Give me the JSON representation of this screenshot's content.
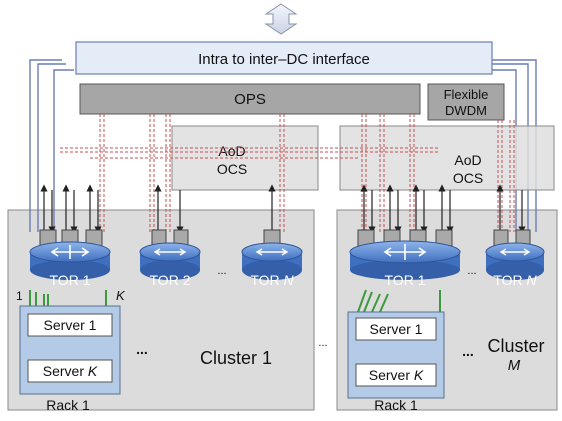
{
  "interface": {
    "label": "Intra to inter–DC interface"
  },
  "ops": {
    "label": "OPS"
  },
  "dwdm": {
    "line1": "Flexible",
    "line2": "DWDM"
  },
  "aod_left": {
    "line1": "AoD",
    "line2": "OCS"
  },
  "aod_right": {
    "line1": "AoD",
    "line2": "OCS"
  },
  "cluster1": {
    "name": "Cluster 1",
    "tor1": "TOR 1",
    "tor2": "TOR 2",
    "torN_prefix": "TOR ",
    "torN_var": "N",
    "port_first": "1",
    "port_last": "K",
    "server1": "Server 1",
    "serverK_prefix": "Server ",
    "serverK_var": "K",
    "rack": "Rack 1"
  },
  "clusterM": {
    "name_line1": "Cluster",
    "name_line2": "M",
    "tor1": "TOR 1",
    "torN_prefix": "TOR ",
    "torN_var": "N",
    "server1": "Server 1",
    "serverK_prefix": "Server ",
    "serverK_var": "K",
    "rack": "Rack 1"
  },
  "ellipses": {
    "tor_gap": "...",
    "server_gap": "...",
    "cluster_gap": "..."
  },
  "colors": {
    "interface_fill": "#e4edf7",
    "ops_fill": "#a6a6a6",
    "aod_fill": "#dedede",
    "cluster_fill": "#dcdcdc",
    "tor_blue": "#4a7fc8",
    "rack_fill": "#b4cbe8",
    "link_blue": "#6c7db5",
    "link_red": "#c05050",
    "link_green": "#3b9a3b"
  }
}
